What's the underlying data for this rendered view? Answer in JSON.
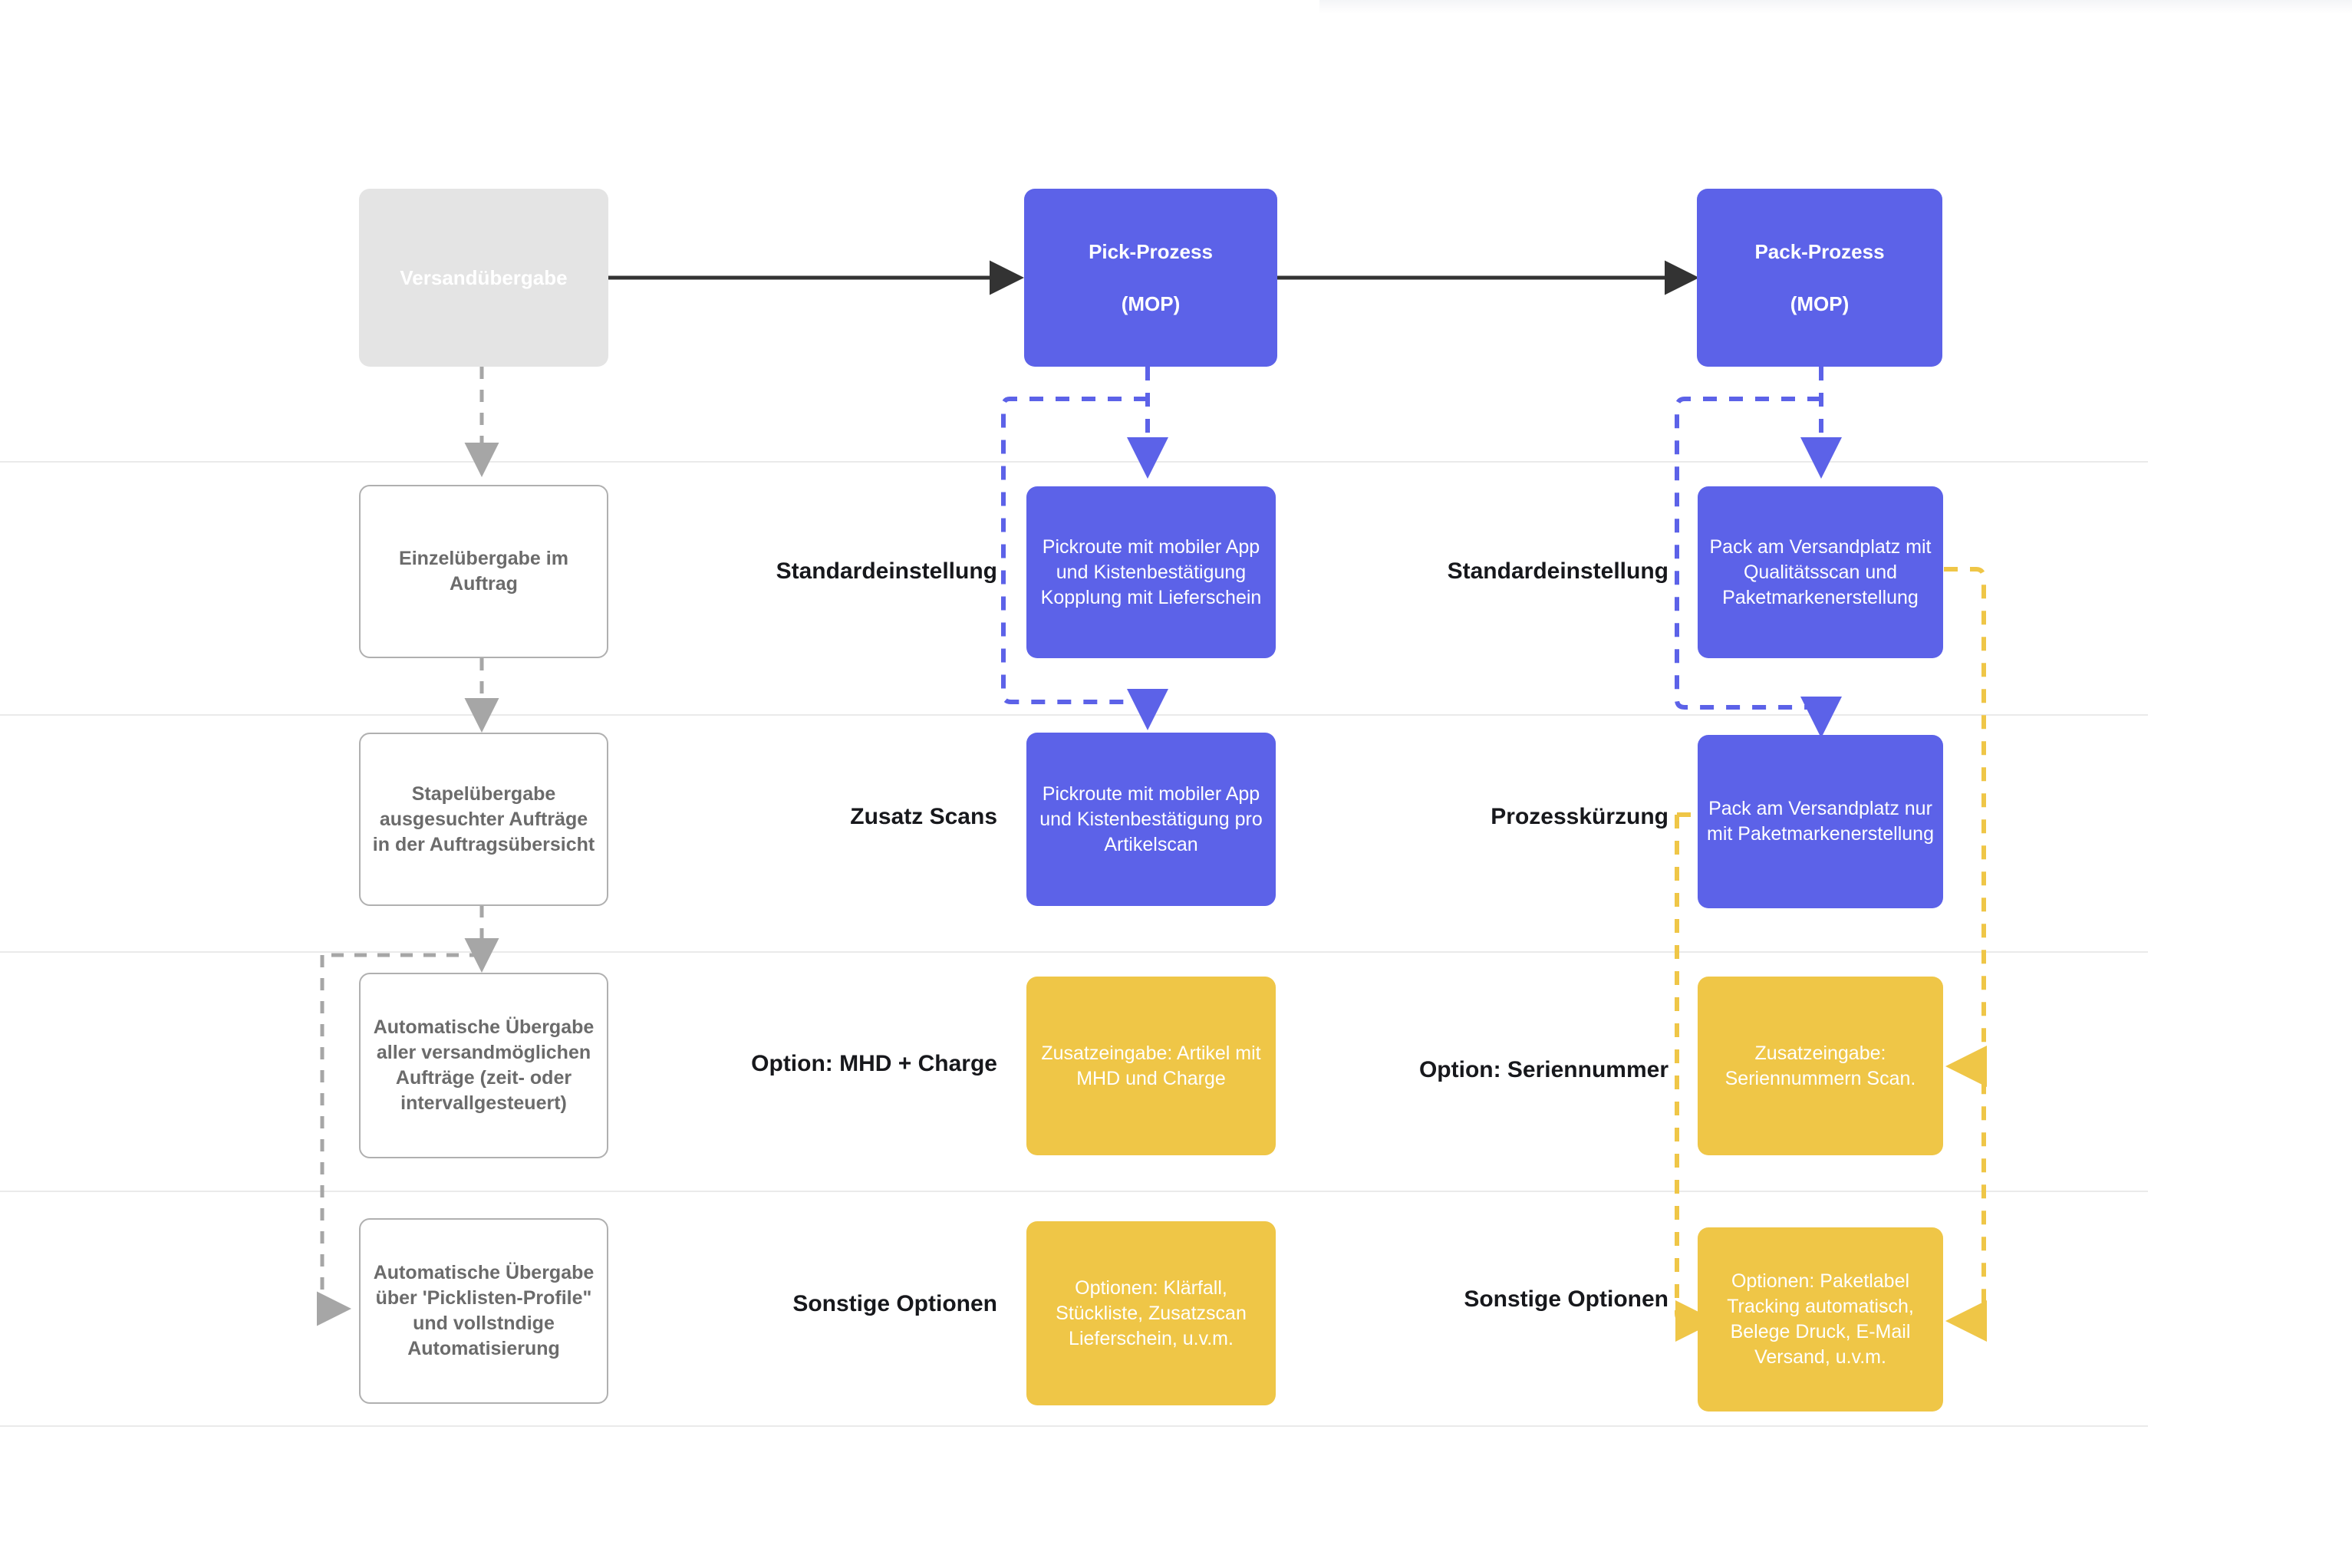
{
  "diagram": {
    "title_hidden": "",
    "colors": {
      "purple": "#5c62e8",
      "yellow": "#efc647",
      "grey_fill": "#e4e4e4",
      "outline_border": "#b0b0b0",
      "lane_line": "#eaeaea",
      "arrow_dark": "#333333",
      "arrow_grey": "#a6a6a6"
    },
    "columns": [
      {
        "key": "versand",
        "header": "Versandübergabe"
      },
      {
        "key": "pick",
        "header": "Pick-Prozess\n(MOP)"
      },
      {
        "key": "pack",
        "header": "Pack-Prozess\n(MOP)"
      }
    ],
    "headers": {
      "versand": "Versandübergabe",
      "pick_line1": "Pick-Prozess",
      "pick_line2": "(MOP)",
      "pack_line1": "Pack-Prozess",
      "pack_line2": "(MOP)"
    },
    "rows": [
      {
        "key": "row1",
        "pick_label": "Standardeinstellung",
        "pack_label": "Standardeinstellung",
        "versand_box": "Einzelübergabe im Auftrag",
        "pick_box": "Pickroute mit mobiler App und Kistenbestätigung Kopplung mit Lieferschein",
        "pack_box": "Pack am Versandplatz mit Qualitätsscan und Paketmarkenerstellung",
        "pick_box_kind": "purple",
        "pack_box_kind": "purple"
      },
      {
        "key": "row2",
        "pick_label": "Zusatz Scans",
        "pack_label": "Prozesskürzung",
        "versand_box": "Stapelübergabe ausgesuchter Aufträge in der Auftragsübersicht",
        "pick_box": "Pickroute mit mobiler App und Kistenbestätigung pro Artikelscan",
        "pack_box": "Pack am Versandplatz nur mit Paketmarkenerstellung",
        "pick_box_kind": "purple",
        "pack_box_kind": "purple"
      },
      {
        "key": "row3",
        "pick_label": "Option: MHD + Charge",
        "pack_label": "Option: Seriennummer",
        "versand_box": "Automatische Übergabe aller versandmöglichen Aufträge (zeit- oder intervallgesteuert)",
        "pick_box": "Zusatzeingabe: Artikel mit MHD und Charge",
        "pack_box": "Zusatzeingabe: Seriennummern Scan.",
        "pick_box_kind": "yellow",
        "pack_box_kind": "yellow"
      },
      {
        "key": "row4",
        "pick_label": "Sonstige Optionen",
        "pack_label": "Sonstige Optionen",
        "versand_box": "Automatische Übergabe über 'Picklisten-Profile\" und vollstndige Automatisierung",
        "pick_box": "Optionen: Klärfall, Stückliste, Zusatzscan Lieferschein, u.v.m.",
        "pack_box": "Optionen: Paketlabel Tracking automatisch, Belege Druck, E-Mail Versand, u.v.m.",
        "pick_box_kind": "yellow",
        "pack_box_kind": "yellow"
      }
    ]
  }
}
